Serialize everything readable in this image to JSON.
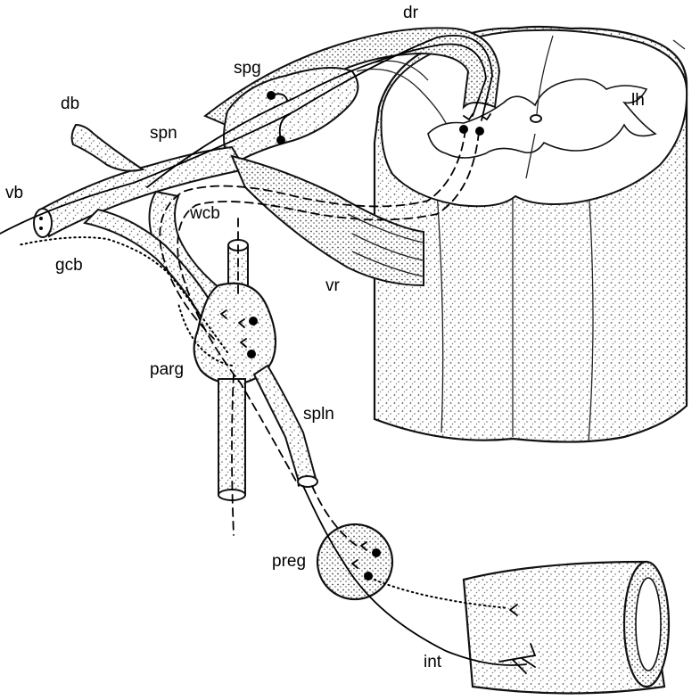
{
  "labels": {
    "dr": "dr",
    "spg": "spg",
    "db": "db",
    "spn": "spn",
    "lh": "lh",
    "vb": "vb",
    "wcb": "wcb",
    "gcb": "gcb",
    "vr": "vr",
    "parg": "parg",
    "spln": "spln",
    "preg": "preg",
    "int": "int"
  },
  "colors": {
    "stroke": "#111111",
    "fill_stipple": "#dcdcdc",
    "background": "#ffffff"
  }
}
